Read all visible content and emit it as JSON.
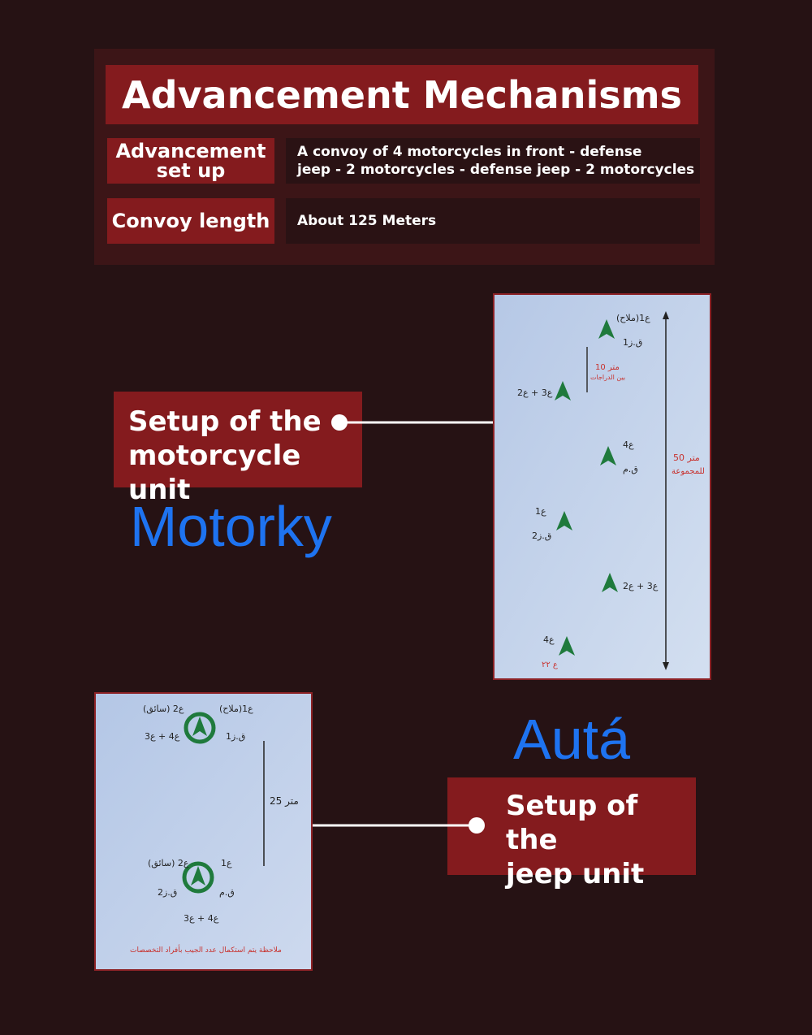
{
  "header": {
    "title": "Advancement Mechanisms",
    "rows": [
      {
        "label_line1": "Advancement",
        "label_line2": "set up",
        "value_line1": "A convoy of 4 motorcycles in front - defense",
        "value_line2": "jeep - 2 motorcycles - defense jeep - 2 motorcycles"
      },
      {
        "label": "Convoy length",
        "value": "About 125 Meters"
      }
    ]
  },
  "motorcycle_callout": {
    "line1": "Setup of the",
    "line2": "motorcycle unit"
  },
  "motorky_label": "Motorky",
  "auta_label": "Autá",
  "jeep_callout": {
    "line1": "Setup of the",
    "line2": "jeep unit"
  },
  "motorcycle_diagram": {
    "labels": {
      "unit1_top": "ع1(ملاح)",
      "unit1_bottom": "ق.ز1",
      "spacing_value": "10 متر",
      "spacing_note": "بين الدراجات",
      "unit2": "ع3 + ع2",
      "unit3_top": "ع4",
      "unit3_bottom": "ق.م",
      "unit4_top": "ع1",
      "unit4_bottom": "ق.ز2",
      "unit5": "ع3 + ع2",
      "unit6_top": "ع4",
      "unit6_bottom": "ع ٢٢",
      "total_value": "50 متر",
      "total_note": "للمجموعة"
    },
    "colors": {
      "marker": "#1f7a3c",
      "annotation": "#c8322e",
      "text": "#222222"
    }
  },
  "jeep_diagram": {
    "labels": {
      "jeep1_left_top": "ع2 (سائق)",
      "jeep1_left_bottom": "ع4 + ع3",
      "jeep1_right_top": "ع1(ملاح)",
      "jeep1_right_bottom": "ق.ز1",
      "spacing": "25 متر",
      "jeep2_left_top": "ع2 (سائق)",
      "jeep2_left_bottom": "ق.ز2",
      "jeep2_right_top": "ع1",
      "jeep2_right_bottom": "ق.م",
      "jeep2_bottom": "ع4 + ع3",
      "note": "ملاحظة يتم استكمال عدد الجيب بأفراد التخصصات"
    }
  },
  "colors": {
    "background": "#261214",
    "panel": "#3c1517",
    "accent": "#841b1e",
    "label_blue": "#1e73f0"
  }
}
